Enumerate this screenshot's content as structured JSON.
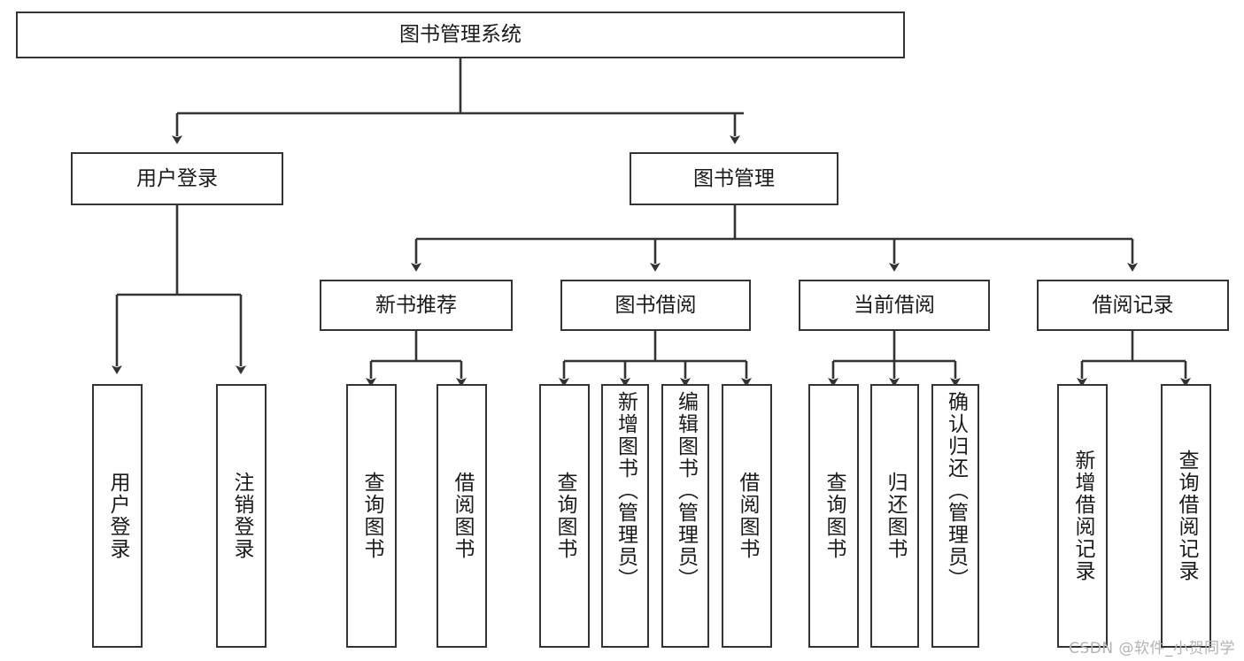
{
  "diagram": {
    "type": "tree",
    "title": "图书管理系统",
    "orientation": "top-down",
    "line_color": "#333333",
    "box_fill": "#ffffff",
    "text_color": "#1a1a1a"
  },
  "watermark": {
    "text": "CSDN @软件_小贺同学",
    "color": "#b3b3b3"
  },
  "nodes": {
    "root": {
      "label": "图书管理系统",
      "level": 1
    },
    "user_login": {
      "label": "用户登录",
      "level": 2
    },
    "book_manage": {
      "label": "图书管理",
      "level": 2
    },
    "new_book_rec": {
      "label": "新书推荐",
      "level": 3
    },
    "book_borrow": {
      "label": "图书借阅",
      "level": 3
    },
    "current_borrow": {
      "label": "当前借阅",
      "level": 3
    },
    "borrow_record": {
      "label": "借阅记录",
      "level": 3
    },
    "leaf_user_login": {
      "label": "用户登录",
      "level": 4
    },
    "leaf_logout": {
      "label": "注销登录",
      "level": 4
    },
    "leaf_query_book_1": {
      "label": "查询图书",
      "level": 4
    },
    "leaf_borrow_book_1": {
      "label": "借阅图书",
      "level": 4
    },
    "leaf_query_book_2": {
      "label": "查询图书",
      "level": 4
    },
    "leaf_add_book": {
      "label": "新增图书（管理员）",
      "level": 4
    },
    "leaf_edit_book": {
      "label": "编辑图书（管理员）",
      "level": 4
    },
    "leaf_borrow_book_2": {
      "label": "借阅图书",
      "level": 4
    },
    "leaf_query_book_3": {
      "label": "查询图书",
      "level": 4
    },
    "leaf_return_book": {
      "label": "归还图书",
      "level": 4
    },
    "leaf_confirm_return": {
      "label": "确认归还（管理员）",
      "level": 4
    },
    "leaf_add_record": {
      "label": "新增借阅记录",
      "level": 4
    },
    "leaf_query_record": {
      "label": "查询借阅记录",
      "level": 4
    }
  },
  "edges": [
    {
      "from": "root",
      "to": "user_login"
    },
    {
      "from": "root",
      "to": "book_manage"
    },
    {
      "from": "book_manage",
      "to": "new_book_rec"
    },
    {
      "from": "book_manage",
      "to": "book_borrow"
    },
    {
      "from": "book_manage",
      "to": "current_borrow"
    },
    {
      "from": "book_manage",
      "to": "borrow_record"
    },
    {
      "from": "user_login",
      "to": "leaf_user_login"
    },
    {
      "from": "user_login",
      "to": "leaf_logout"
    },
    {
      "from": "new_book_rec",
      "to": "leaf_query_book_1"
    },
    {
      "from": "new_book_rec",
      "to": "leaf_borrow_book_1"
    },
    {
      "from": "book_borrow",
      "to": "leaf_query_book_2"
    },
    {
      "from": "book_borrow",
      "to": "leaf_add_book"
    },
    {
      "from": "book_borrow",
      "to": "leaf_edit_book"
    },
    {
      "from": "book_borrow",
      "to": "leaf_borrow_book_2"
    },
    {
      "from": "current_borrow",
      "to": "leaf_query_book_3"
    },
    {
      "from": "current_borrow",
      "to": "leaf_return_book"
    },
    {
      "from": "current_borrow",
      "to": "leaf_confirm_return"
    },
    {
      "from": "borrow_record",
      "to": "leaf_add_record"
    },
    {
      "from": "borrow_record",
      "to": "leaf_query_record"
    }
  ]
}
